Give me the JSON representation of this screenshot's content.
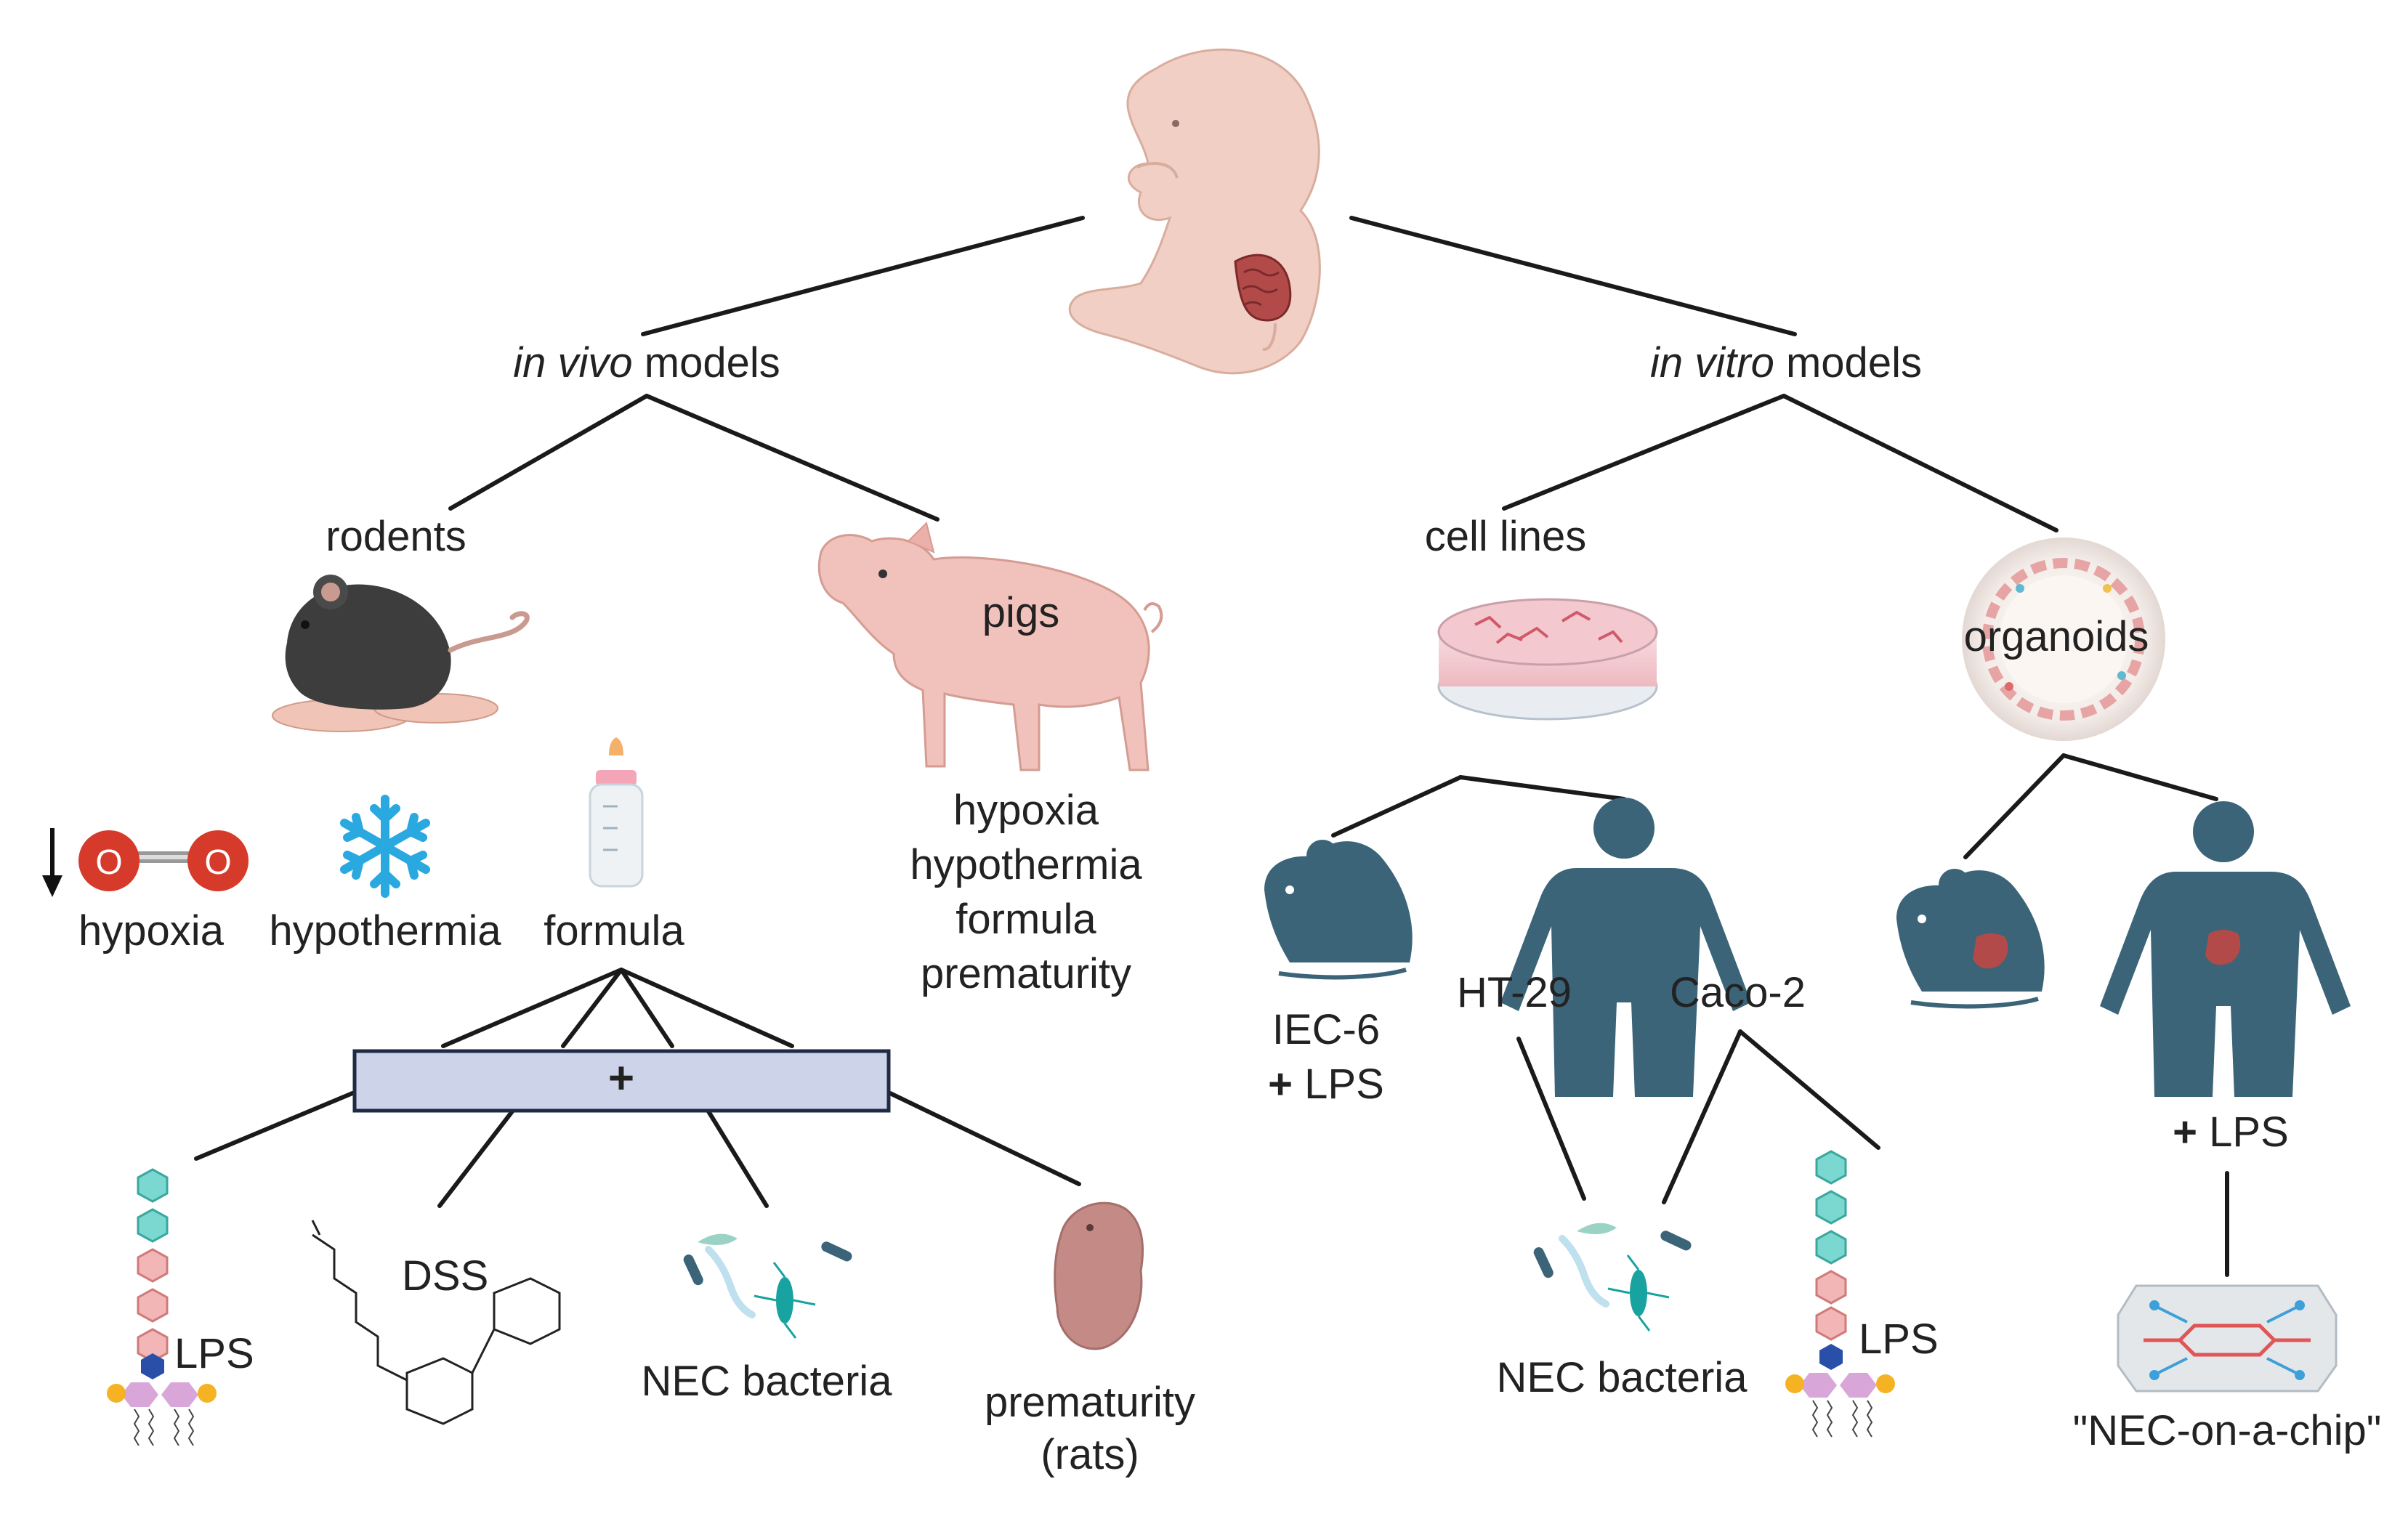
{
  "top": {
    "in_vivo_italic": "in vivo",
    "in_vitro_italic": "in vitro",
    "models_word": "models"
  },
  "in_vivo": {
    "rodents": "rodents",
    "pigs": "pigs",
    "rodent_methods": [
      "hypoxia",
      "hypothermia",
      "formula"
    ],
    "pig_methods": [
      "hypoxia",
      "hypothermia",
      "formula",
      "prematurity"
    ],
    "plus_symbol": "+",
    "additives": [
      "LPS",
      "DSS",
      "NEC bacteria",
      "prematurity",
      "(rats)"
    ]
  },
  "in_vitro": {
    "cell_lines": "cell lines",
    "organoids": "organoids",
    "iec6": "IEC-6",
    "lps_plus": "+",
    "lps_text": "LPS",
    "ht29": "HT-29",
    "caco2": "Caco-2",
    "nec_bacteria": "NEC bacteria",
    "lps_label": "LPS",
    "organoid_lps_plus": "+",
    "organoid_lps_text": "LPS",
    "chip": "\"NEC-on-a-chip\""
  },
  "colors": {
    "line": "#1a1a1a",
    "human_icon": "#3b6478",
    "fetus_skin": "#f1cfc4",
    "pig_skin": "#f0c2bb",
    "mouse_dark": "#3d3d3d",
    "plus_box_fill": "#cdd4ea",
    "plus_box_stroke": "#1f2a44",
    "snowflake": "#2aa8e0",
    "oxygen_red": "#d63a2a",
    "lps_teal": "#7ad8d0",
    "lps_pink": "#f2b6b6",
    "lps_blue": "#2a4fa8",
    "lps_purple": "#d8a6d8",
    "phosphate": "#f5b324",
    "dish_pink": "#f3c9cf",
    "chip_red": "#e05555",
    "chip_blue": "#3ea0d8"
  },
  "icons": [
    "fetus-icon",
    "mouse-icon",
    "pig-icon",
    "oxygen-molecule-icon",
    "down-arrow-icon",
    "snowflake-icon",
    "baby-bottle-icon",
    "lps-molecule-icon",
    "dss-molecule-icon",
    "bacteria-icon",
    "newborn-rat-icon",
    "petri-dish-icon",
    "organoid-icon",
    "mouse-silhouette-icon",
    "human-silhouette-icon",
    "microfluidic-chip-icon"
  ]
}
